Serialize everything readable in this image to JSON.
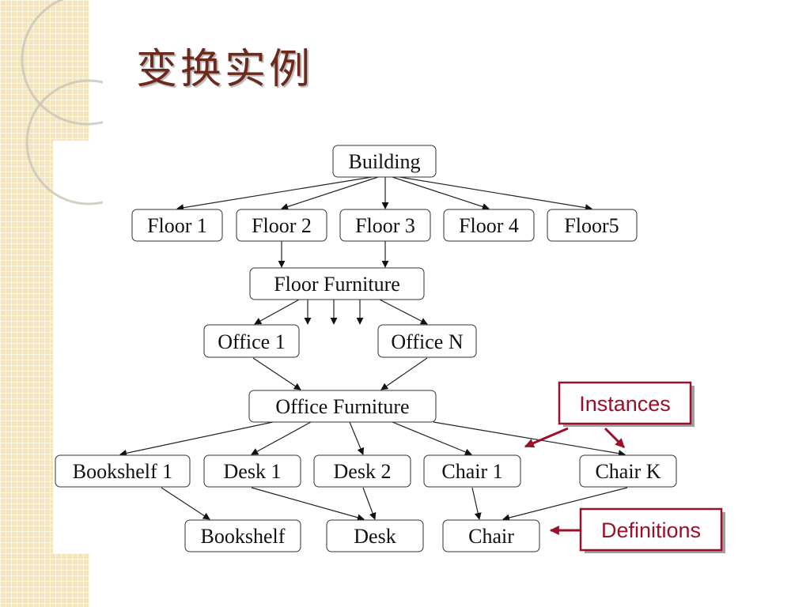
{
  "slide": {
    "title": "变换实例"
  },
  "diagram": {
    "nodes": {
      "building": "Building",
      "floor_1": "Floor 1",
      "floor_2": "Floor 2",
      "floor_3": "Floor 3",
      "floor_4": "Floor 4",
      "floor_5": "Floor5",
      "floor_furniture": "Floor Furniture",
      "office_1": "Office 1",
      "office_n": "Office N",
      "office_furniture": "Office Furniture",
      "bookshelf_1": "Bookshelf 1",
      "desk_1": "Desk 1",
      "desk_2": "Desk 2",
      "chair_1": "Chair 1",
      "chair_k": "Chair K",
      "bookshelf": "Bookshelf",
      "desk": "Desk",
      "chair": "Chair"
    },
    "callouts": {
      "instances": "Instances",
      "definitions": "Definitions"
    }
  },
  "colors": {
    "title": "#6b2a1c",
    "callout_red": "#9a1028",
    "grid_background": "#f3e6bf"
  }
}
